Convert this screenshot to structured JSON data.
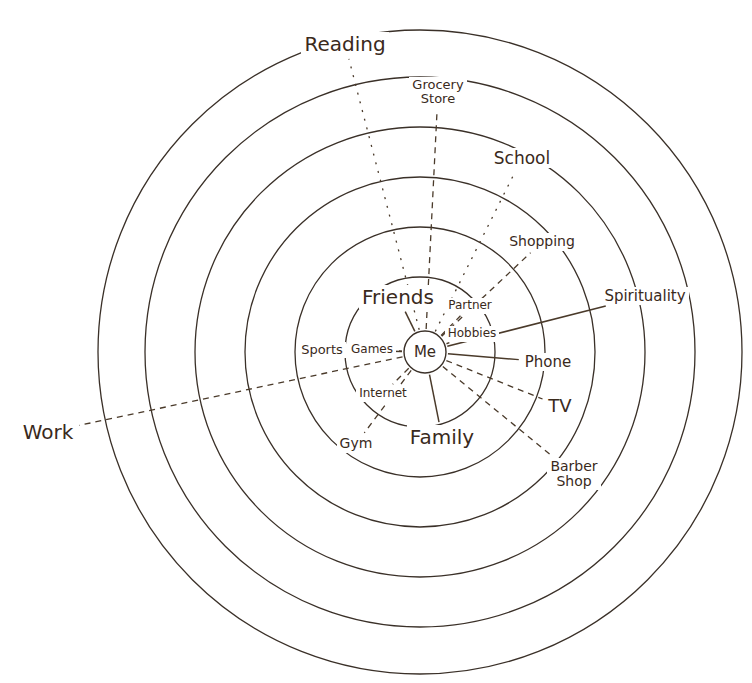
{
  "diagram": {
    "nodes": [
      {
        "text": [
          "Reading"
        ]
      },
      {
        "text": [
          "Grocery Store"
        ]
      },
      {
        "text": [
          "School"
        ]
      },
      {
        "text": [
          "Shopping"
        ]
      },
      {
        "text": [
          "Friends"
        ]
      },
      {
        "text": [
          "Partner"
        ]
      },
      {
        "text": [
          "Spirituality"
        ]
      },
      {
        "text": [
          "Hobbies"
        ]
      },
      {
        "text": [
          "Sports"
        ]
      },
      {
        "text": [
          "Games"
        ]
      },
      {
        "text": [
          "Me"
        ]
      },
      {
        "text": [
          "Phone"
        ]
      },
      {
        "text": [
          "Internet"
        ]
      },
      {
        "text": [
          "TV"
        ]
      },
      {
        "text": [
          "Family"
        ]
      },
      {
        "text": [
          "Gym"
        ]
      },
      {
        "text": [
          "Work"
        ]
      },
      {
        "text": [
          "Barber Shop"
        ]
      }
    ],
    "edges": [
      {
        "from": 10,
        "to": 0,
        "arrow": "none"
      },
      {
        "from": 10,
        "to": 1,
        "arrow": "none"
      },
      {
        "from": 10,
        "to": 2,
        "arrow": "none"
      },
      {
        "from": 10,
        "to": 3,
        "arrow": "none"
      },
      {
        "from": 10,
        "to": 4,
        "arrow": "none"
      },
      {
        "from": 10,
        "to": 5,
        "arrow": "none"
      },
      {
        "from": 10,
        "to": 6,
        "arrow": "none"
      },
      {
        "from": 10,
        "to": 7,
        "arrow": "none"
      },
      {
        "from": 10,
        "to": 8,
        "arrow": "none"
      },
      {
        "from": 10,
        "to": 9,
        "arrow": "none"
      },
      {
        "from": 10,
        "to": 11,
        "arrow": "none"
      },
      {
        "from": 10,
        "to": 12,
        "arrow": "none"
      },
      {
        "from": 10,
        "to": 13,
        "arrow": "none"
      },
      {
        "from": 10,
        "to": 14,
        "arrow": "none"
      },
      {
        "from": 10,
        "to": 15,
        "arrow": "none"
      },
      {
        "from": 10,
        "to": 16,
        "arrow": "none"
      },
      {
        "from": 10,
        "to": 17,
        "arrow": "none"
      }
    ]
  }
}
